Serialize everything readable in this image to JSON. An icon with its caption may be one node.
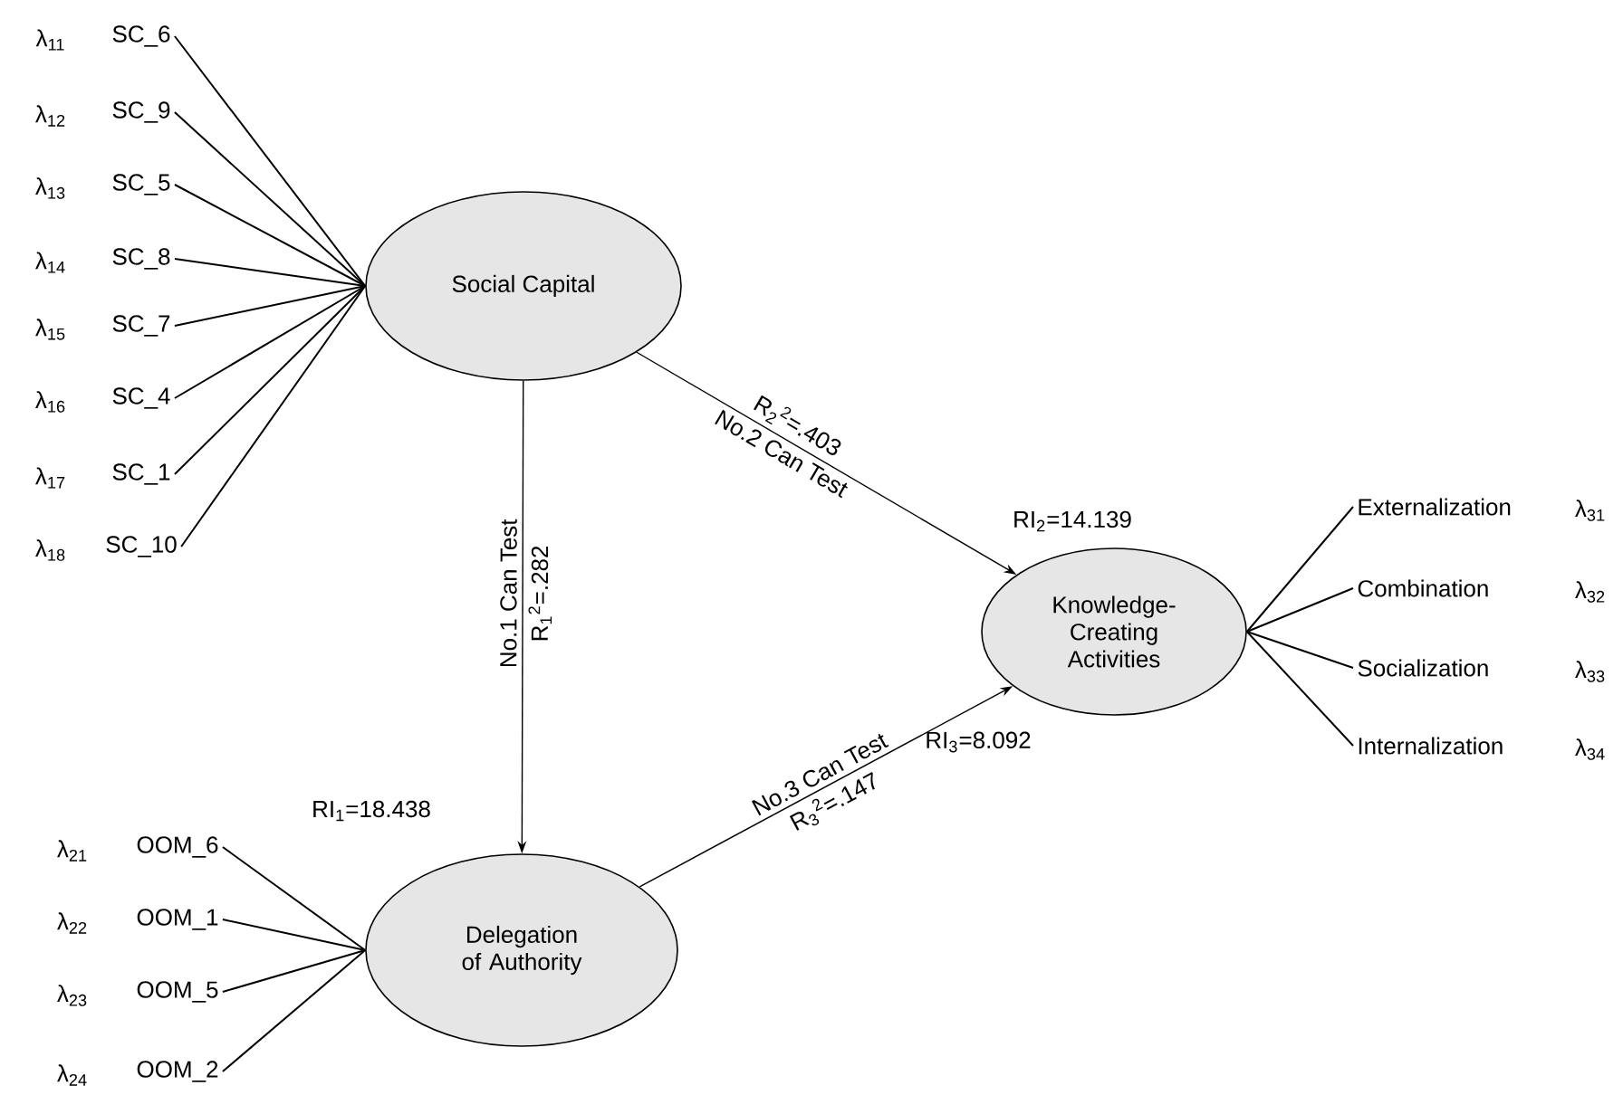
{
  "diagram": {
    "nodes": [
      {
        "text": [
          "Social Capital"
        ]
      },
      {
        "text": [
          "Delegation of Authority"
        ]
      },
      {
        "text": [
          "Knowledge-Creating Activities"
        ]
      },
      {
        "text": [
          "SC_6"
        ],
        "beside": [
          "λ$_{11}$"
        ]
      },
      {
        "text": [
          "SC_9"
        ],
        "beside": [
          "λ$_{12}$"
        ]
      },
      {
        "text": [
          "SC_5"
        ],
        "beside": [
          "λ$_{13}$"
        ]
      },
      {
        "text": [
          "SC_8"
        ],
        "beside": [
          "λ$_{14}$"
        ]
      },
      {
        "text": [
          "SC_7"
        ],
        "beside": [
          "λ$_{15}$"
        ]
      },
      {
        "text": [
          "SC_4"
        ],
        "beside": [
          "λ$_{16}$"
        ]
      },
      {
        "text": [
          "SC_1"
        ],
        "beside": [
          "λ$_{17}$"
        ]
      },
      {
        "text": [
          "SC_10"
        ],
        "beside": [
          "λ$_{18}$"
        ]
      },
      {
        "text": [
          "OOM_6"
        ],
        "beside": [
          "λ$_{21}$"
        ]
      },
      {
        "text": [
          "OOM_1"
        ],
        "beside": [
          "λ$_{22}$"
        ]
      },
      {
        "text": [
          "OOM_5"
        ],
        "beside": [
          "λ$_{23}$"
        ]
      },
      {
        "text": [
          "OOM_2"
        ],
        "beside": [
          "λ$_{24}$"
        ]
      },
      {
        "text": [
          "Externalization"
        ],
        "beside": [
          "λ$_{31}$"
        ]
      },
      {
        "text": [
          "Combination"
        ],
        "beside": [
          "λ$_{32}$"
        ]
      },
      {
        "text": [
          "Socialization"
        ],
        "beside": [
          "λ$_{33}$"
        ]
      },
      {
        "text": [
          "Internalization"
        ],
        "beside": [
          "λ$_{34}$"
        ]
      }
    ],
    "edges": [
      {
        "from": 3,
        "to": 0,
        "arrow": "none"
      },
      {
        "from": 4,
        "to": 0,
        "arrow": "none"
      },
      {
        "from": 5,
        "to": 0,
        "arrow": "none"
      },
      {
        "from": 6,
        "to": 0,
        "arrow": "none"
      },
      {
        "from": 7,
        "to": 0,
        "arrow": "none"
      },
      {
        "from": 8,
        "to": 0,
        "arrow": "none"
      },
      {
        "from": 9,
        "to": 0,
        "arrow": "none"
      },
      {
        "from": 10,
        "to": 0,
        "arrow": "none"
      },
      {
        "from": 11,
        "to": 1,
        "arrow": "none"
      },
      {
        "from": 12,
        "to": 1,
        "arrow": "none"
      },
      {
        "from": 13,
        "to": 1,
        "arrow": "none"
      },
      {
        "from": 14,
        "to": 1,
        "arrow": "none"
      },
      {
        "from": 2,
        "to": 15,
        "arrow": "none"
      },
      {
        "from": 2,
        "to": 16,
        "arrow": "none"
      },
      {
        "from": 2,
        "to": 17,
        "arrow": "none"
      },
      {
        "from": 2,
        "to": 18,
        "arrow": "none"
      },
      {
        "from": 0,
        "to": 1,
        "arrow": "to",
        "label": "No.1 Can Test"
      },
      {
        "from": 0,
        "to": 2,
        "arrow": "to",
        "label": "No.2 Can Test"
      },
      {
        "from": 1,
        "to": 2,
        "arrow": "to",
        "label": "No.3 Can Test"
      }
    ],
    "labels": [
      "R$_{2}$$^{2}$=.403",
      "RI$_{2}$=14.139",
      "R$_{1}$$^{2}$=.282",
      "RI$_{1}$=18.438",
      "RI$_{3}$=8.092",
      "R$_{3}$$^{2}$=.147"
    ]
  }
}
